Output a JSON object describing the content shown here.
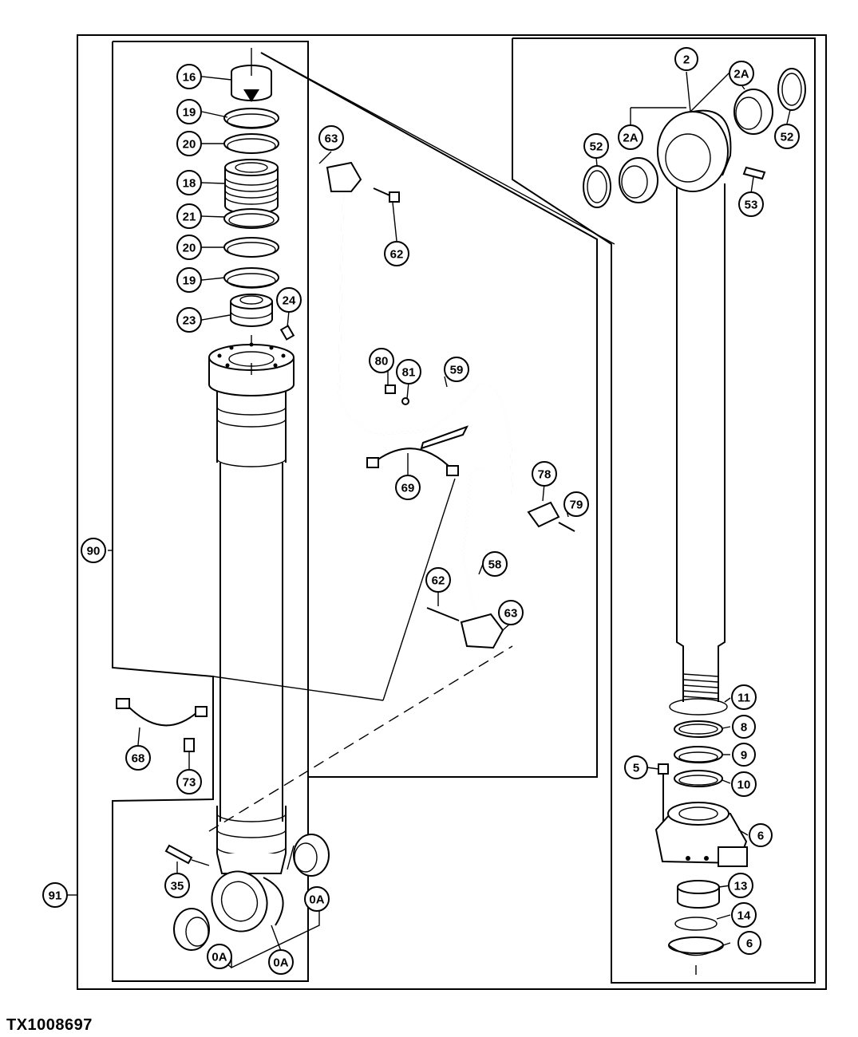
{
  "figure_id": "TX1008697",
  "callouts": {
    "c16": "16",
    "c19a": "19",
    "c20a": "20",
    "c18": "18",
    "c21": "21",
    "c20b": "20",
    "c19b": "19",
    "c23": "23",
    "c24": "24",
    "c90": "90",
    "c91": "91",
    "c68": "68",
    "c73": "73",
    "c35": "35",
    "c0Aa": "0A",
    "c0Ab": "0A",
    "c0Ac": "0A",
    "c63a": "63",
    "c62a": "62",
    "c80": "80",
    "c81": "81",
    "c59": "59",
    "c69": "69",
    "c78": "78",
    "c79": "79",
    "c58": "58",
    "c62b": "62",
    "c63b": "63",
    "c2": "2",
    "c2Aa": "2A",
    "c2Ab": "2A",
    "c52a": "52",
    "c52b": "52",
    "c53": "53",
    "c11": "11",
    "c8": "8",
    "c9": "9",
    "c5": "5",
    "c10": "10",
    "c6a": "6",
    "c13": "13",
    "c14": "14",
    "c6b": "6"
  }
}
